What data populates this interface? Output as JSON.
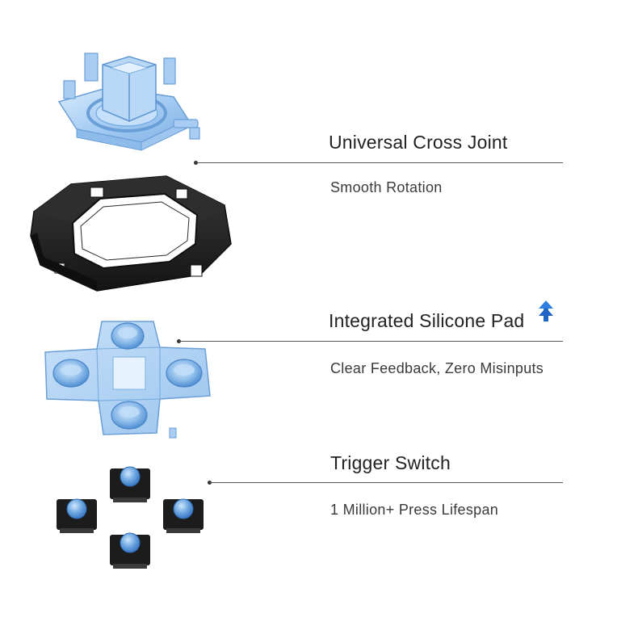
{
  "features": [
    {
      "title": "Universal Cross Joint",
      "subtitle": "Smooth Rotation"
    },
    {
      "title": "Integrated Silicone Pad",
      "subtitle": "Clear Feedback, Zero Misinputs",
      "badge_icon": "upgrade-arrow-icon"
    },
    {
      "title": "Trigger Switch",
      "subtitle": "1 Million+ Press Lifespan"
    }
  ],
  "colors": {
    "translucent_blue": "#a9cdf2",
    "blue_edge": "#6a9fd8",
    "black_part": "#1c1c1c",
    "accent_arrow": "#2f7fe0",
    "leader_line": "#555555"
  }
}
